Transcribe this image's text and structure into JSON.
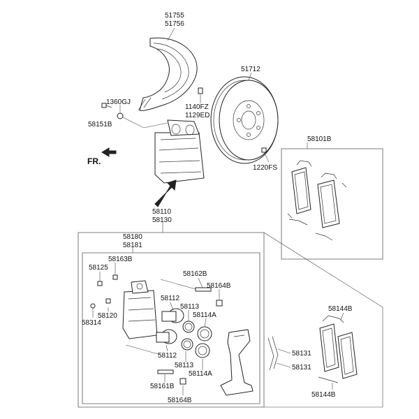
{
  "direction": {
    "label": "FR."
  },
  "labels": {
    "l51755": "51755",
    "l51756": "51756",
    "l51712": "51712",
    "l1360GJ": "1360GJ",
    "l58151B": "58151B",
    "l1140FZ": "1140FZ",
    "l1129ED": "1129ED",
    "l1220FS": "1220FS",
    "l58101B": "58101B",
    "l58110": "58110",
    "l58130": "58130",
    "l58180": "58180",
    "l58181": "58181",
    "l58125": "58125",
    "l58163B": "58163B",
    "l58162B": "58162B",
    "l58164B_top": "58164B",
    "l58112_top": "58112",
    "l58113_top": "58113",
    "l58114A_top": "58114A",
    "l58120": "58120",
    "l58314": "58314",
    "l58112_bot": "58112",
    "l58113_bot": "58113",
    "l58114A_bot": "58114A",
    "l58161B": "58161B",
    "l58164B_bot": "58164B",
    "l58131_top": "58131",
    "l58131_bot": "58131",
    "l58144B_top": "58144B",
    "l58144B_bot": "58144B"
  }
}
